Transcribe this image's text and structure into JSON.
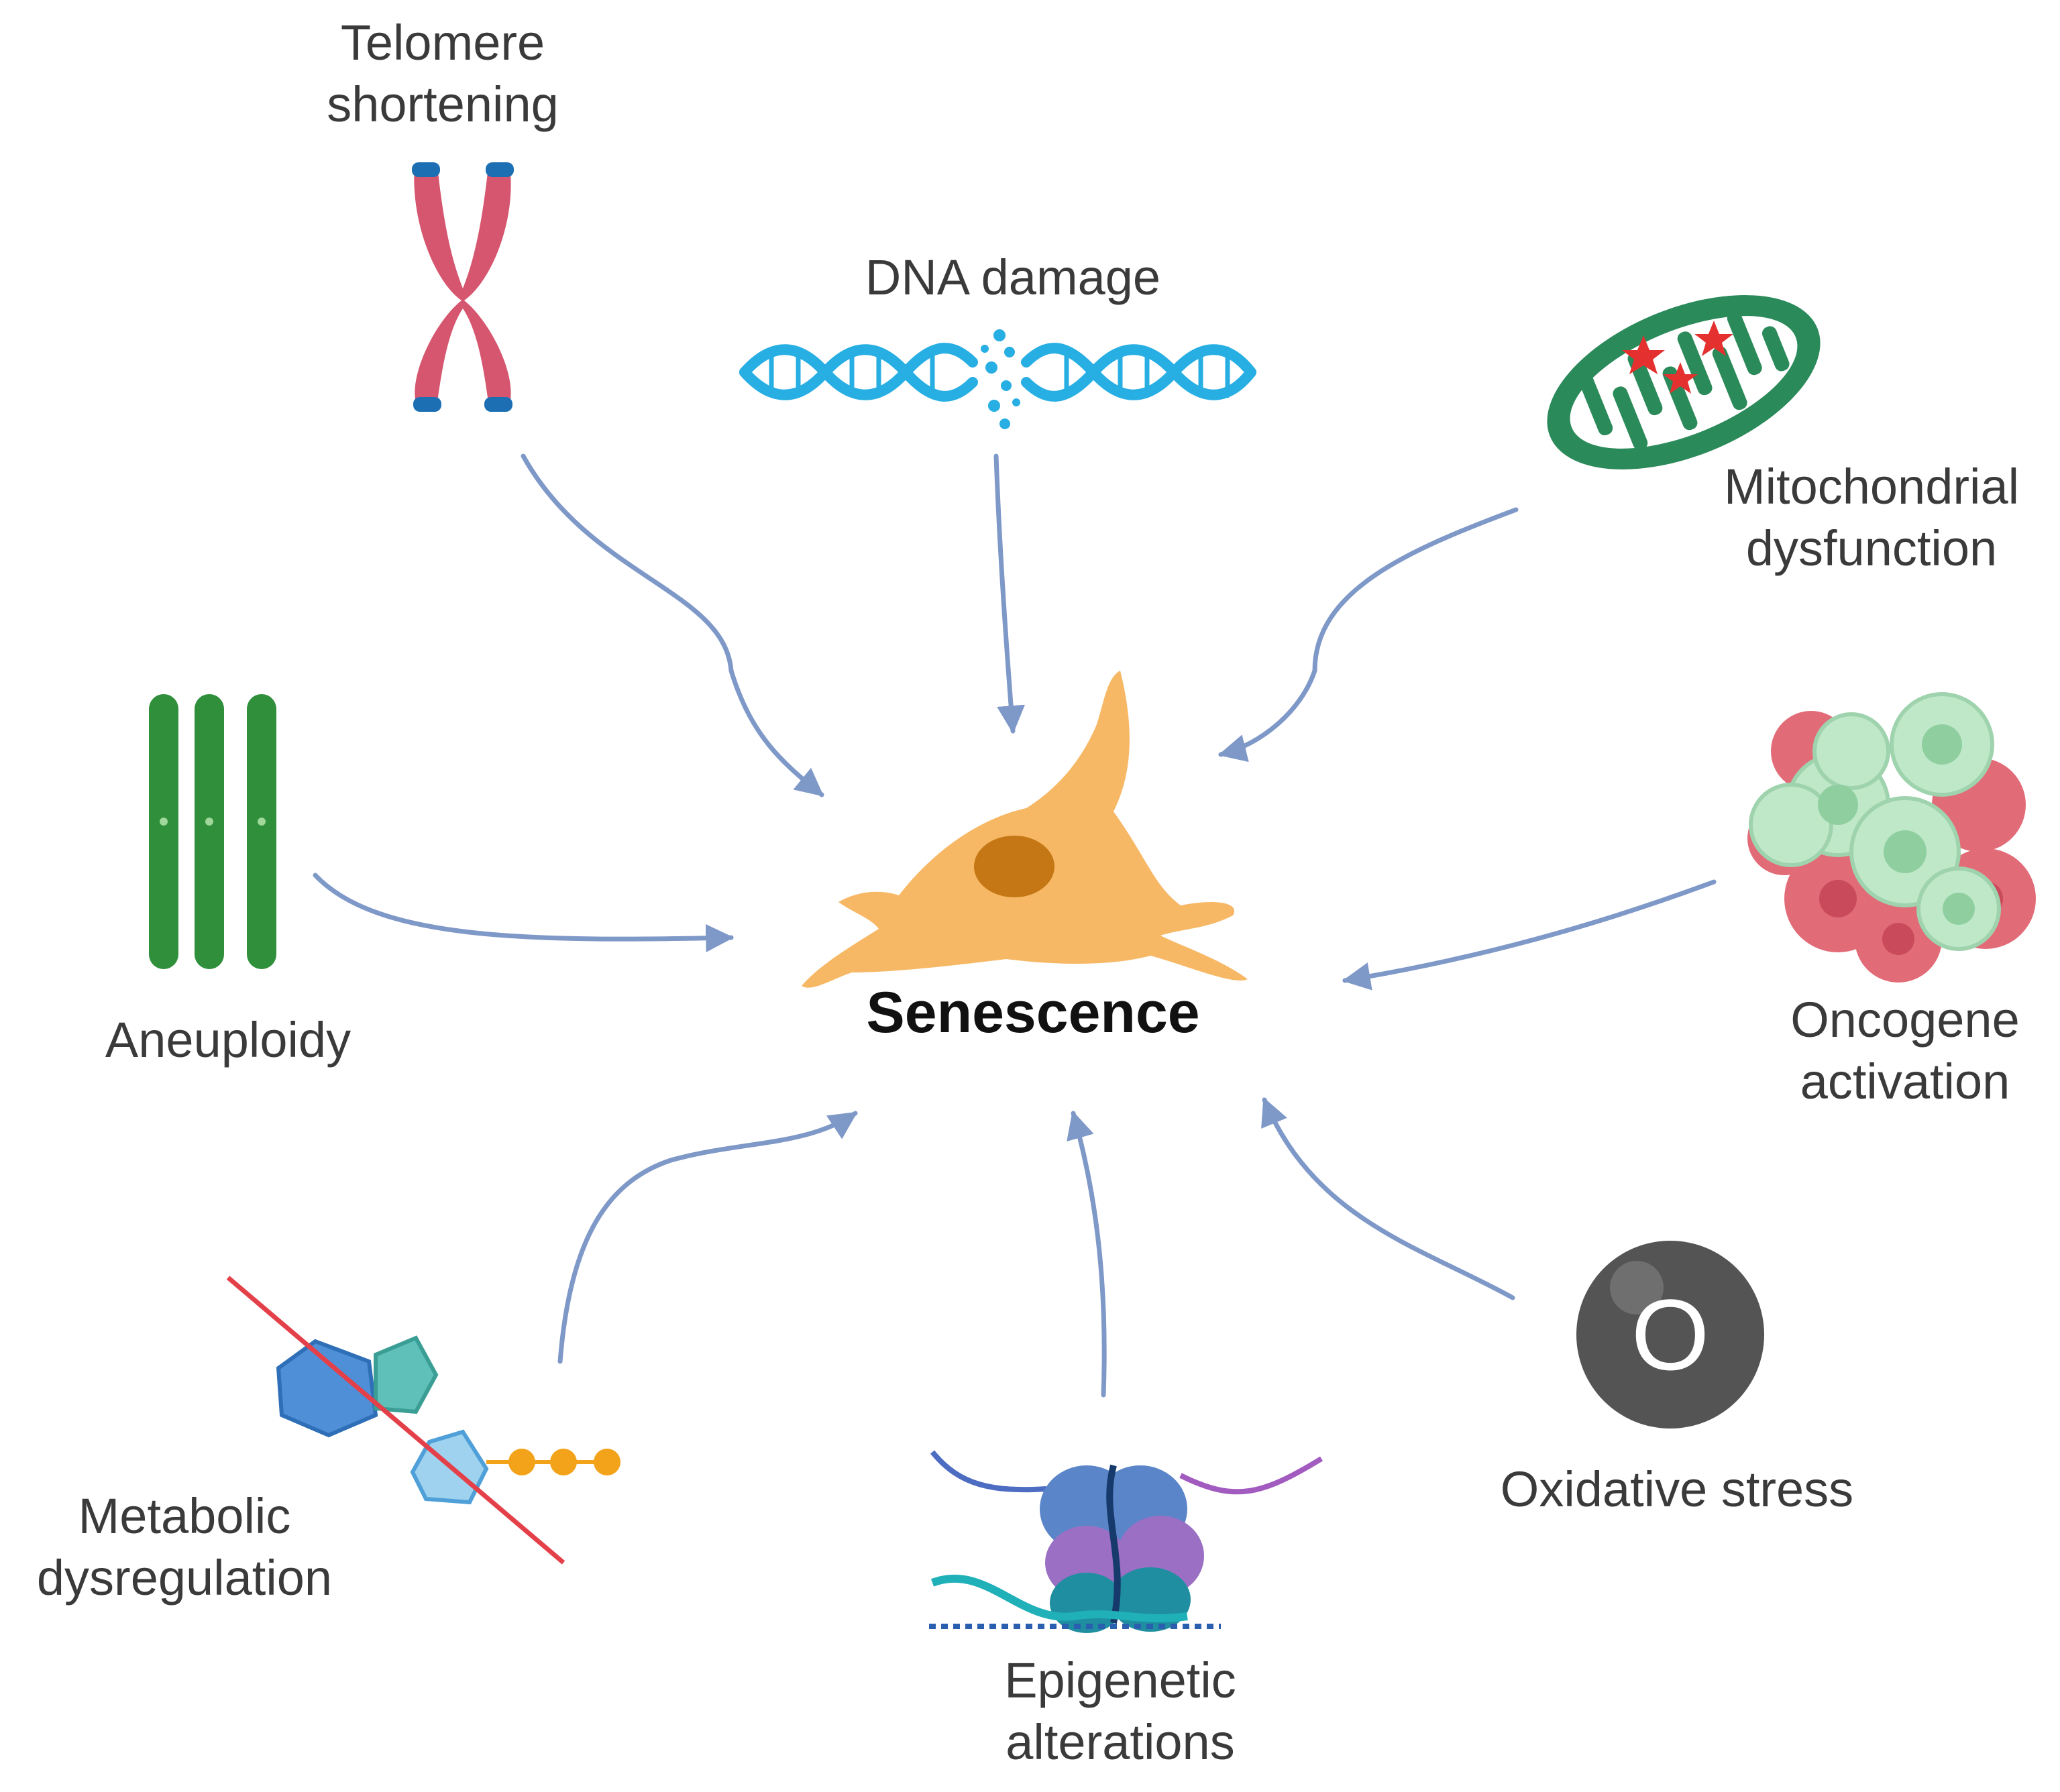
{
  "center": {
    "label": "Senescence"
  },
  "causes": {
    "telomere": {
      "line1": "Telomere",
      "line2": "shortening"
    },
    "dna": {
      "line1": "DNA damage"
    },
    "mito": {
      "line1": "Mitochondrial",
      "line2": "dysfunction"
    },
    "aneuploidy": {
      "line1": "Aneuploidy"
    },
    "oncogene": {
      "line1": "Oncogene",
      "line2": "activation"
    },
    "metabolic": {
      "line1": "Metabolic",
      "line2": "dysregulation"
    },
    "epigenetic": {
      "line1": "Epigenetic",
      "line2": "alterations"
    },
    "oxidative": {
      "line1": "Oxidative stress",
      "glyph": "O"
    }
  },
  "colors": {
    "arrow": "#7e98c8",
    "cell": "#f7b866",
    "nucleus": "#c47714",
    "chromosome": "#d6556f",
    "telomere_cap": "#1c6fb3",
    "dna": "#27aee3",
    "mitochondrion": "#2b8a5a",
    "aneuploid_chromosome": "#2f8f3a",
    "tumor_green": "#bfe8c9",
    "tumor_red": "#e26b78",
    "metabolic_blue": "#4f8fd8",
    "metabolic_teal": "#5ec0b8",
    "metabolic_orange": "#f2a319",
    "strike_line": "#e4404a",
    "oxidative_circle": "#545454"
  },
  "icons": [
    "chromosome-icon",
    "dna-helix-icon",
    "mitochondrion-icon",
    "aneuploid-chromosomes-icon",
    "tumor-cluster-icon",
    "metabolic-molecule-icon",
    "nucleosome-icon",
    "oxygen-radical-icon",
    "senescent-cell-icon"
  ]
}
